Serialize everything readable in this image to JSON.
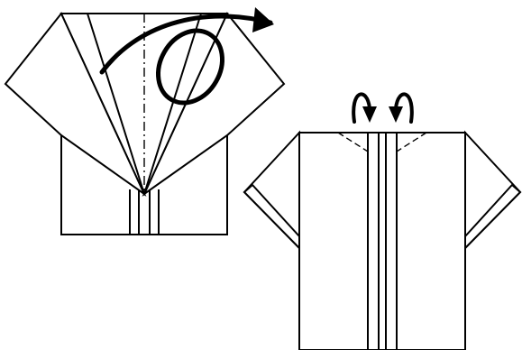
{
  "diagram": {
    "colors": {
      "line": "#000000",
      "paper": "#ffffff"
    },
    "steps": [
      {
        "marks": [
          "valley-fold-line",
          "turn-over-arrow",
          "flap-edges"
        ]
      },
      {
        "marks": [
          "fold-behind-arrow",
          "fold-behind-arrow",
          "sleeve-cuffs",
          "front-strips"
        ]
      }
    ]
  }
}
